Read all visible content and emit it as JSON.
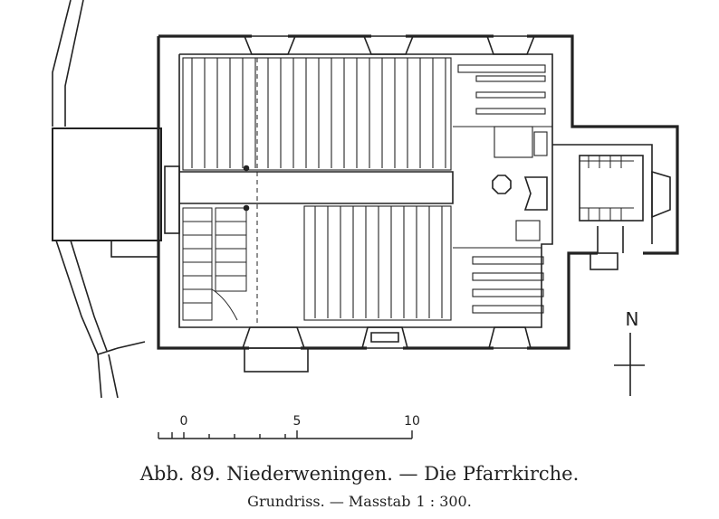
{
  "caption": {
    "line1": "Abb. 89. Niederweningen. — Die Pfarrkirche.",
    "line2_prefix": "Grundriss. — Masstab",
    "line2_ratio": "1 : 300."
  },
  "scale_bar": {
    "labels": [
      "0",
      "5",
      "10"
    ]
  },
  "north_arrow": {
    "label": "N"
  },
  "colors": {
    "ink": "#222222",
    "paper": "#ffffff"
  }
}
